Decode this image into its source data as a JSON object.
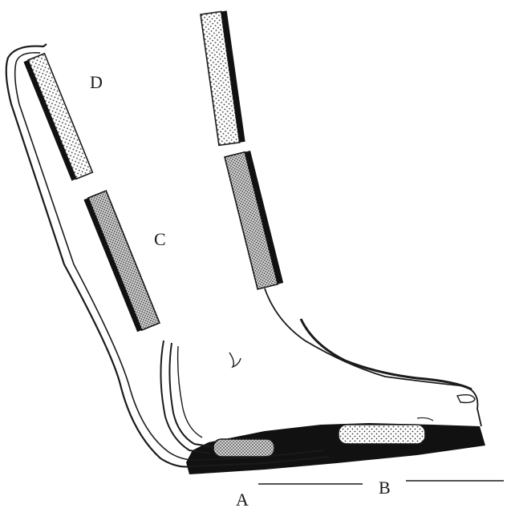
{
  "labels": {
    "a": "A",
    "b": "B",
    "c": "C",
    "d": "D"
  },
  "colors": {
    "ink": "#1a1a1a",
    "fill_dark": "#111111",
    "stipple_light": "#e8e8e8",
    "stipple_dense": "#bdbdbd",
    "background": "#ffffff"
  }
}
